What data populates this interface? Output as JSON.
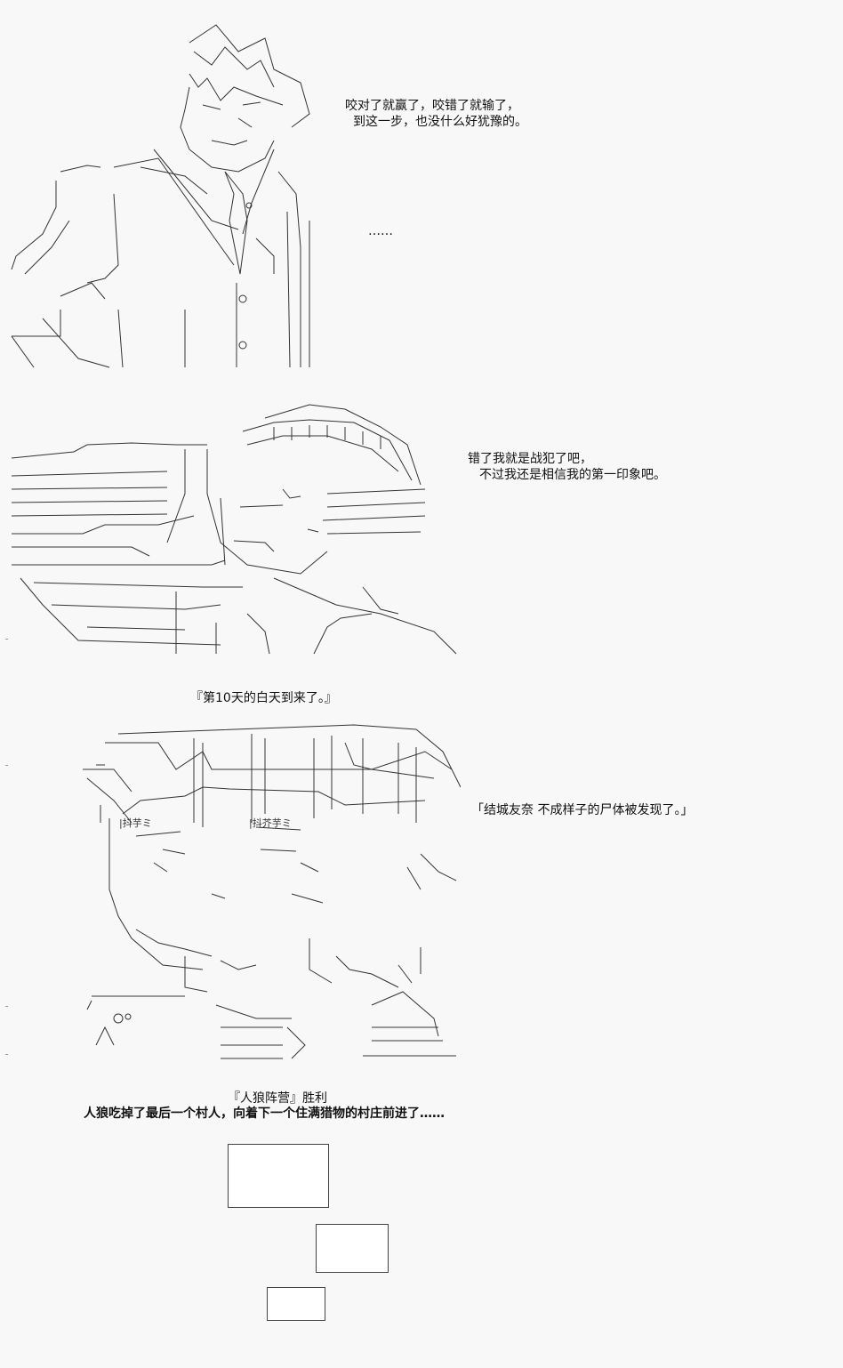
{
  "panel1": {
    "line1": "咬对了就赢了，咬错了就输了，",
    "line2": "到这一步，也没什么好犹豫的。",
    "ellipsis": "……"
  },
  "panel2": {
    "line1": "错了我就是战犯了吧，",
    "line2": "不过我还是相信我的第一印象吧。"
  },
  "panel3": {
    "day": "『第10天的白天到来了。』",
    "quote": "「结城友奈 不成样子的尸体被发现了。」",
    "art_text_left": "|抖芋ミ",
    "art_text_right": "|抖芥芋ミ"
  },
  "ending": {
    "faction": "『人狼阵营』胜利",
    "line": "人狼吃掉了最后一个村人，向着下一个住满猎物的村庄前进了……"
  }
}
